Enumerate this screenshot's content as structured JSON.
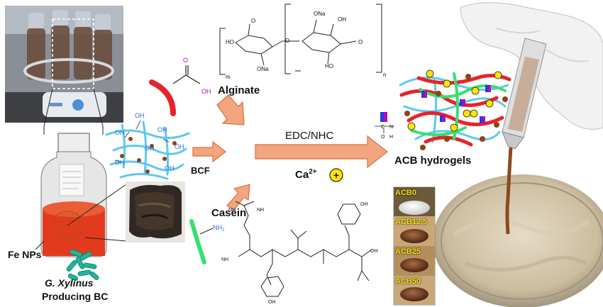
{
  "labels": {
    "alginate": "Alginate",
    "bcf": "BCF",
    "casein": "Casein",
    "fe_nps": "Fe NPs",
    "organism": "G. Xylinus",
    "producing": "Producing  BC",
    "reaction": "EDC/NHC",
    "calcium": "Ca",
    "calcium_charge": "2+",
    "plus_sign": "+",
    "product": "ACB hydrogels",
    "oh": "OH",
    "nh2": "NH",
    "nh2_sub": "2",
    "amide_n": "N",
    "amide_h": "H",
    "amide_c": "C",
    "amide_o": "O",
    "alg_na": "ONa",
    "alg_m": "m",
    "alg_n": "n",
    "alg_o": "O",
    "alg_ho": "HO"
  },
  "samples": [
    "ACB0",
    "ACB12.5",
    "ACB25",
    "ACB50"
  ],
  "colors": {
    "arrow": "#f2a57e",
    "arrow_stroke": "#d9703f",
    "alginate_chain": "#e8232a",
    "casein_chain": "#35e06f",
    "bcf_fiber": "#5ec8ef",
    "ca_ion": "#ffe600",
    "carboxyl_oh": "#b60bb0",
    "particle": "#8b4513"
  }
}
